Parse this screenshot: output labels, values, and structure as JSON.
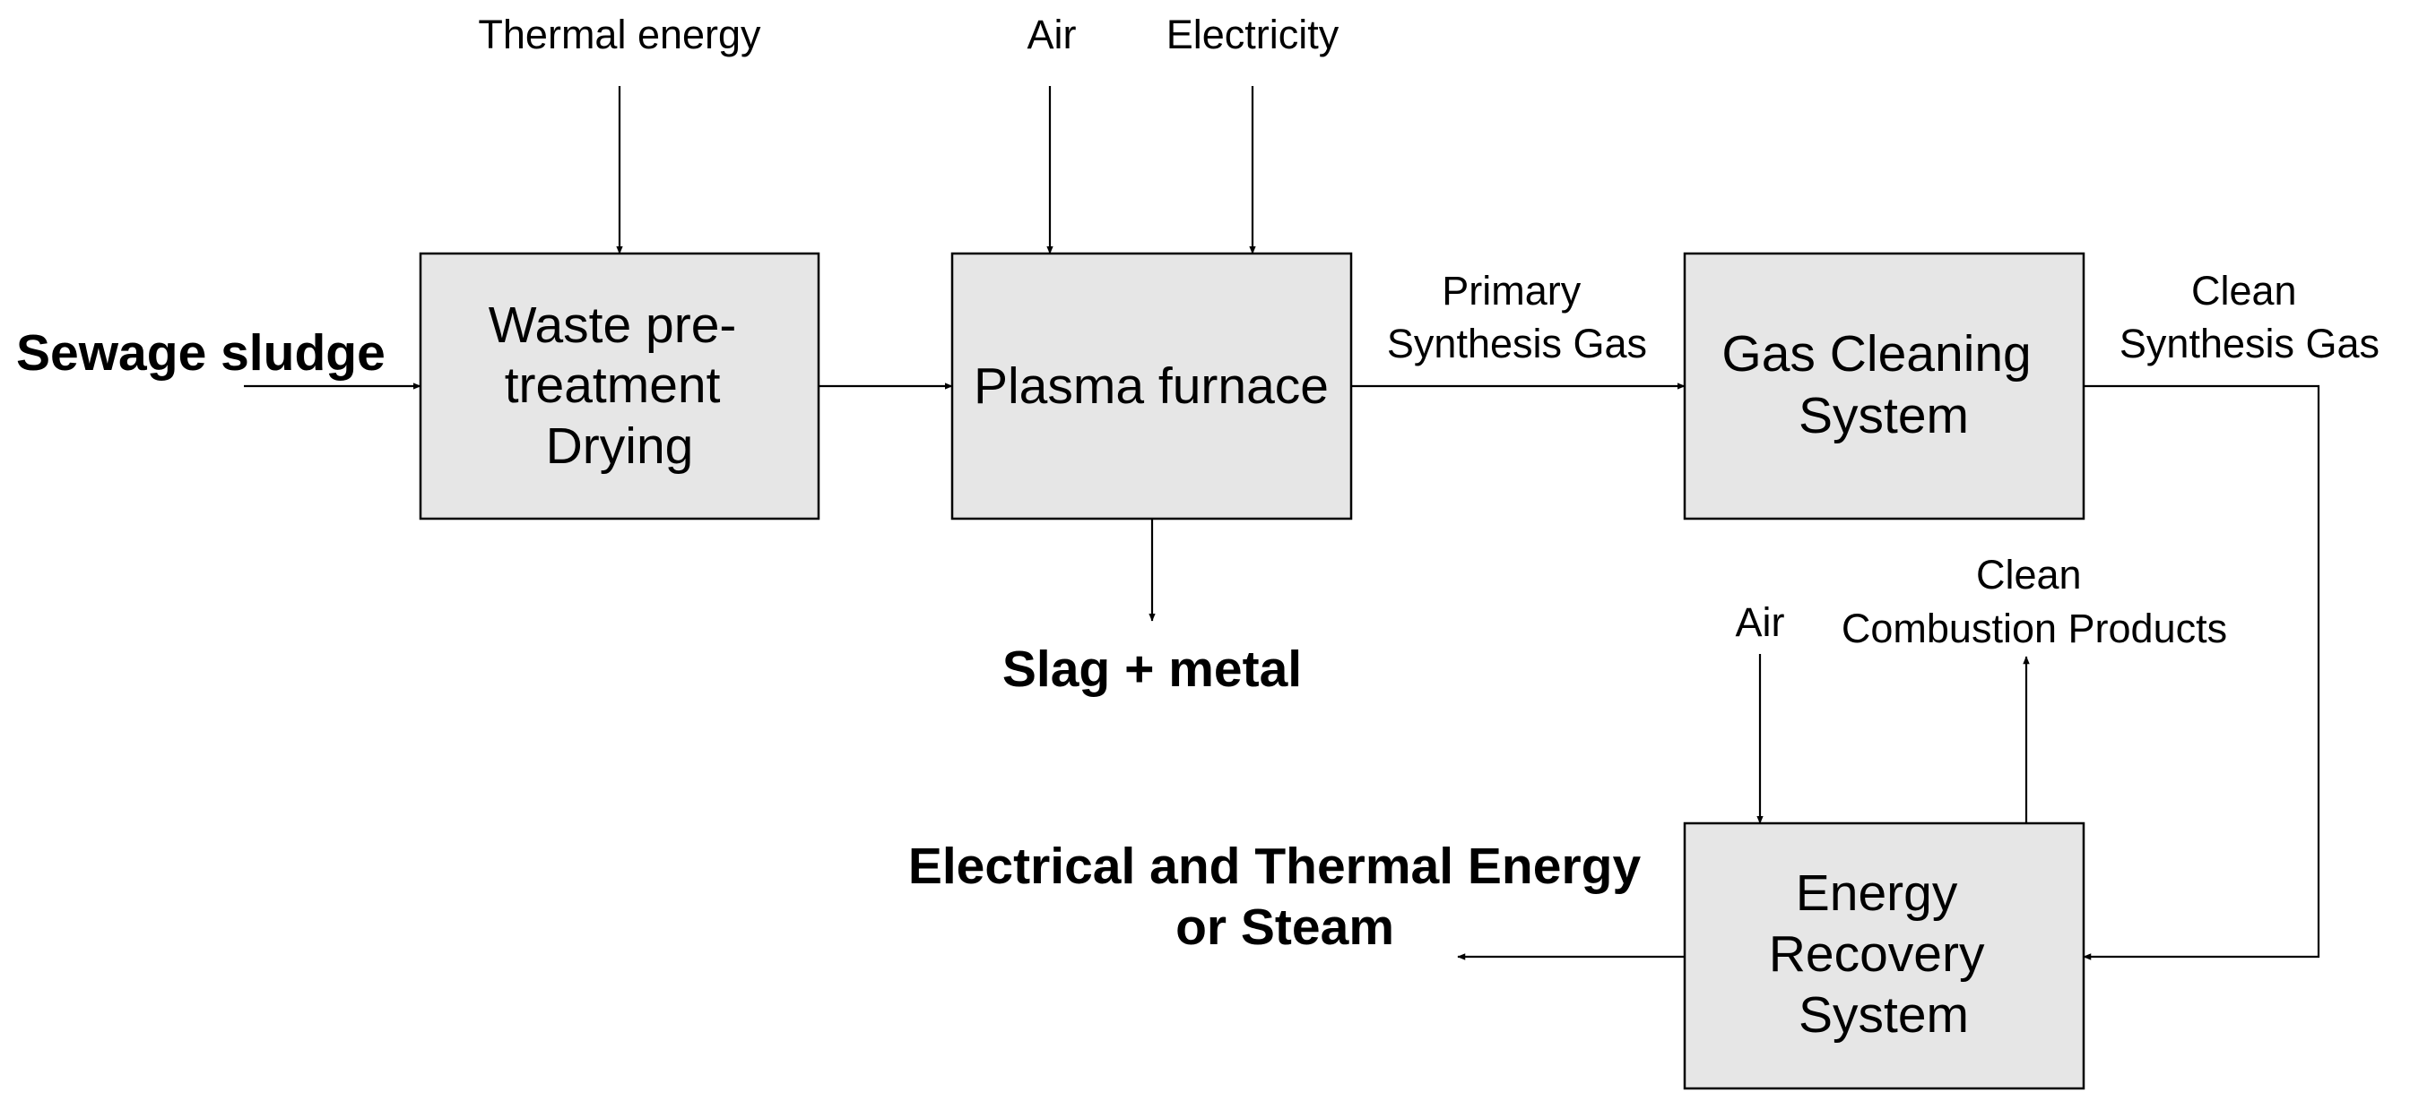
{
  "inputs": {
    "sewage_sludge": "Sewage sludge",
    "thermal_energy": "Thermal energy",
    "air_furnace": "Air",
    "electricity": "Electricity",
    "air_recovery": "Air"
  },
  "boxes": {
    "pretreatment": [
      "Waste pre-",
      "treatment",
      "Drying"
    ],
    "plasma_furnace": [
      "Plasma furnace"
    ],
    "gas_cleaning": [
      "Gas Cleaning",
      "System"
    ],
    "energy_recovery": [
      "Energy",
      "Recovery",
      "System"
    ]
  },
  "flows": {
    "primary_gas": [
      "Primary",
      "Synthesis Gas"
    ],
    "clean_gas": [
      "Clean",
      "Synthesis Gas"
    ],
    "clean_combustion": [
      "Clean",
      "Combustion Products"
    ]
  },
  "outputs": {
    "slag": "Slag + metal",
    "energy_output": [
      "Electrical and Thermal Energy",
      "or Steam"
    ]
  }
}
